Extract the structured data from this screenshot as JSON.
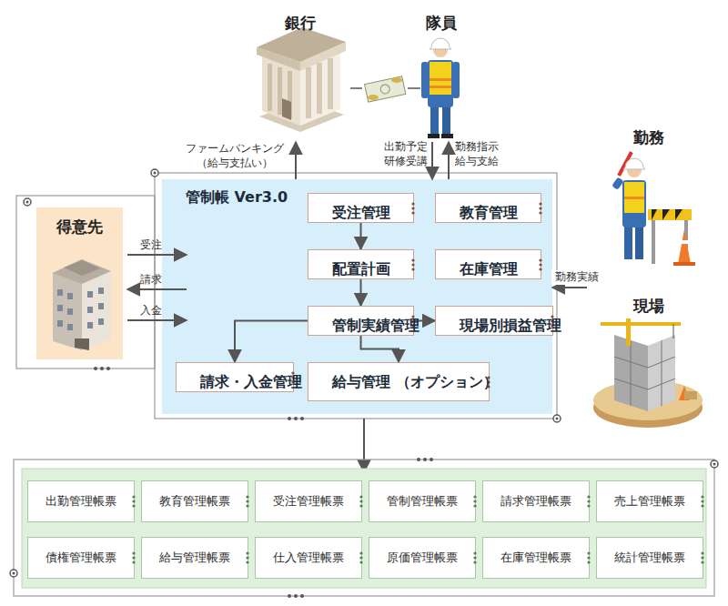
{
  "diagram": {
    "nodes": [
      {
        "text": [
          "銀行"
        ]
      },
      {
        "text": [
          "隊員"
        ]
      },
      {
        "text": [
          "得意先"
        ]
      },
      {
        "text": [
          "管制帳 Ver3.0"
        ]
      },
      {
        "text": [
          "受注管理"
        ],
        "in": 3
      },
      {
        "text": [
          "教育管理"
        ],
        "in": 3
      },
      {
        "text": [
          "配置計画"
        ],
        "in": 3
      },
      {
        "text": [
          "在庫管理"
        ],
        "in": 3
      },
      {
        "text": [
          "管制実績管理"
        ],
        "in": 3
      },
      {
        "text": [
          "現場別損益管理"
        ],
        "in": 3
      },
      {
        "text": [
          "請求・入金管理"
        ],
        "in": 3
      },
      {
        "text": [
          "給与管理 （オプション）"
        ],
        "in": 3
      },
      {
        "text": [
          "勤務"
        ]
      },
      {
        "text": [
          "現場"
        ]
      },
      {
        "text": [
          "出勤管理帳票"
        ]
      },
      {
        "text": [
          "教育管理帳票"
        ]
      },
      {
        "text": [
          "受注管理帳票"
        ]
      },
      {
        "text": [
          "管制管理帳票"
        ]
      },
      {
        "text": [
          "請求管理帳票"
        ]
      },
      {
        "text": [
          "売上管理帳票"
        ]
      },
      {
        "text": [
          "債権管理帳票"
        ]
      },
      {
        "text": [
          "給与管理帳票"
        ]
      },
      {
        "text": [
          "仕入管理帳票"
        ]
      },
      {
        "text": [
          "原価管理帳票"
        ]
      },
      {
        "text": [
          "在庫管理帳票"
        ]
      },
      {
        "text": [
          "統計管理帳票"
        ]
      }
    ],
    "edges": [
      {
        "from": 3,
        "to": 0,
        "label": "ファームバンキング （給与支払い）",
        "arrow": "to"
      },
      {
        "from": 1,
        "to": 3,
        "label": "出勤予定 研修受講",
        "arrow": "to"
      },
      {
        "from": 3,
        "to": 1,
        "label": "勤務指示 給与支給",
        "arrow": "to"
      },
      {
        "from": 2,
        "to": 3,
        "label": "受注",
        "arrow": "to"
      },
      {
        "from": 3,
        "to": 2,
        "label": "請求",
        "arrow": "to"
      },
      {
        "from": 2,
        "to": 3,
        "label": "入金",
        "arrow": "to"
      },
      {
        "from": 12,
        "to": 3,
        "label": "勤務実績",
        "arrow": "to"
      },
      {
        "from": 4,
        "to": 6,
        "arrow": "to"
      },
      {
        "from": 6,
        "to": 8,
        "arrow": "to"
      },
      {
        "from": 8,
        "to": 9,
        "arrow": "to"
      },
      {
        "from": 8,
        "to": 10,
        "arrow": "to"
      },
      {
        "from": 8,
        "to": 11,
        "arrow": "to"
      }
    ]
  }
}
